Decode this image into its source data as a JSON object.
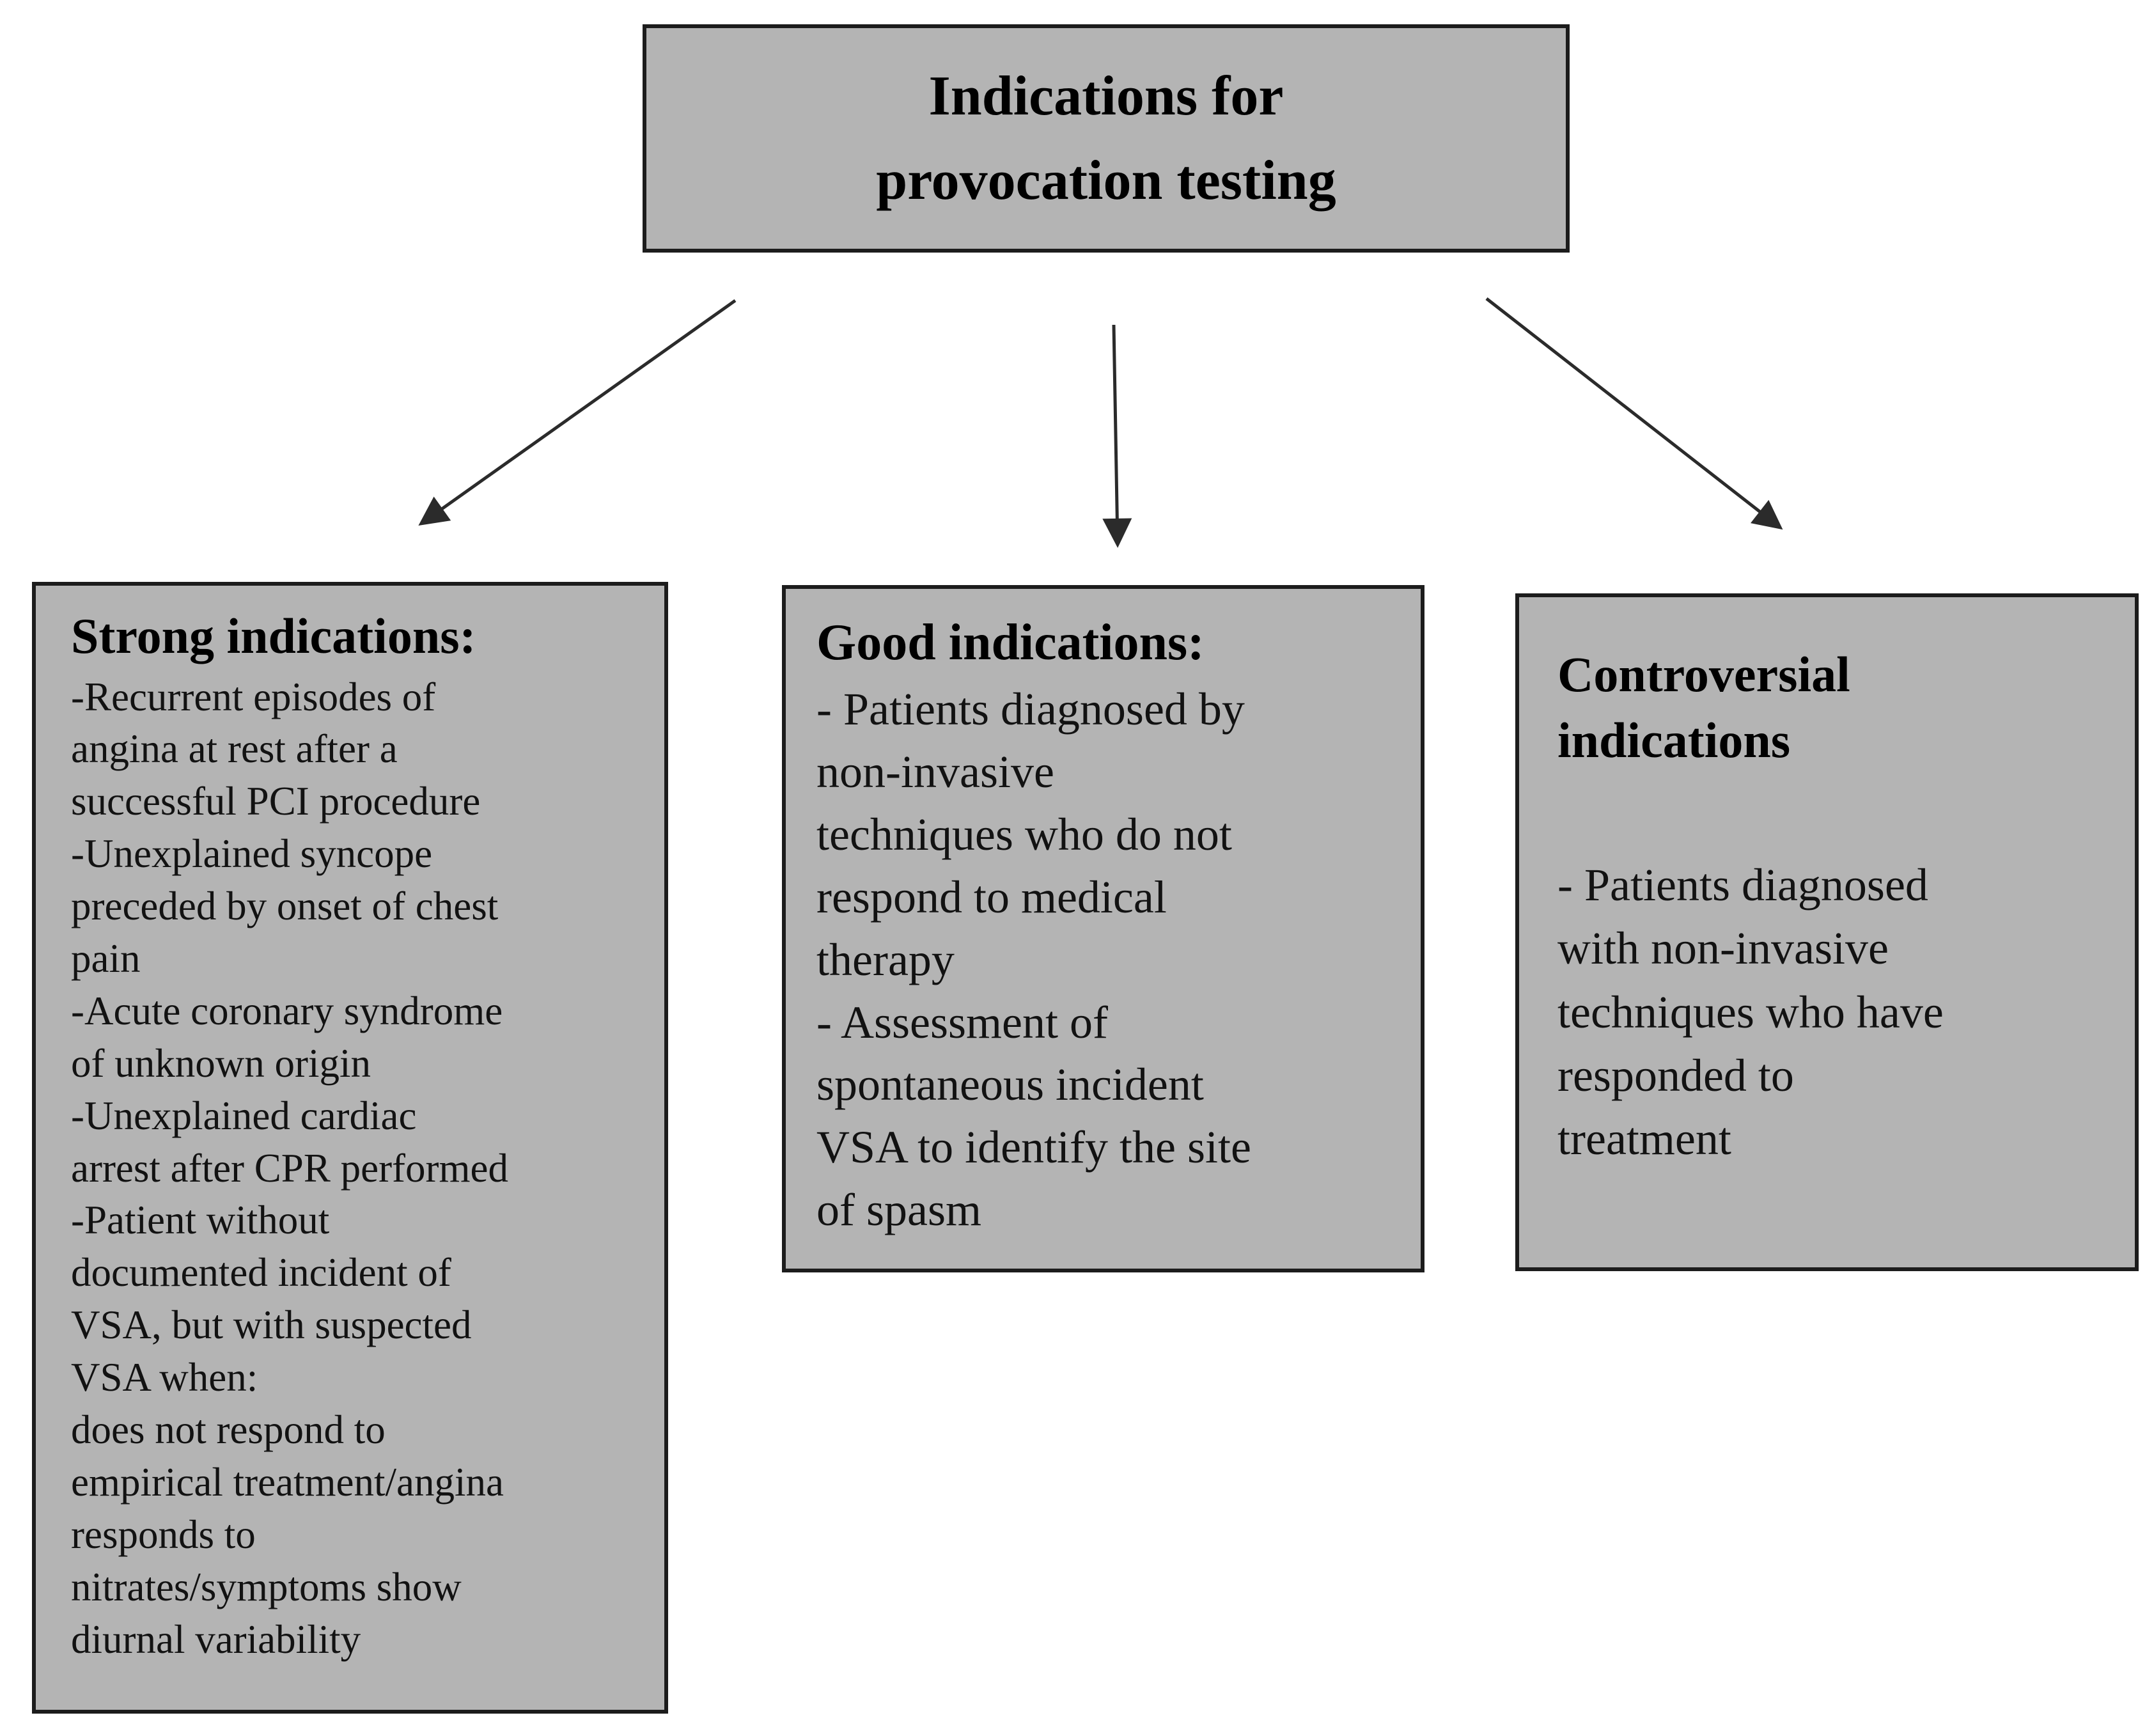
{
  "diagram": {
    "title": "Indications for\nprovocation testing",
    "boxes": [
      {
        "id": "strong",
        "heading": "Strong indications:",
        "body": "-Recurrent episodes of\nangina at rest after a\nsuccessful PCI procedure\n-Unexplained syncope\npreceded by onset of chest\npain\n-Acute coronary syndrome\nof unknown origin\n-Unexplained cardiac\narrest after CPR performed\n-Patient without\ndocumented incident of\nVSA, but with suspected\nVSA when:\ndoes not respond to\nempirical treatment/angina\nresponds to\nnitrates/symptoms show\ndiurnal variability"
      },
      {
        "id": "good",
        "heading": "Good indications:",
        "body": "- Patients diagnosed by\nnon-invasive\ntechniques who do not\nrespond to medical\ntherapy\n- Assessment of\nspontaneous incident\nVSA to identify the site\nof spasm"
      },
      {
        "id": "controversial",
        "heading": "Controversial\nindications",
        "body": "- Patients diagnosed\nwith non-invasive\ntechniques who have\nresponded to\ntreatment"
      }
    ],
    "colors": {
      "box_fill": "#b4b4b4",
      "box_border": "#1c1c1c",
      "arrow": "#2b2b2b",
      "text": "#121212",
      "background": "#ffffff"
    }
  }
}
